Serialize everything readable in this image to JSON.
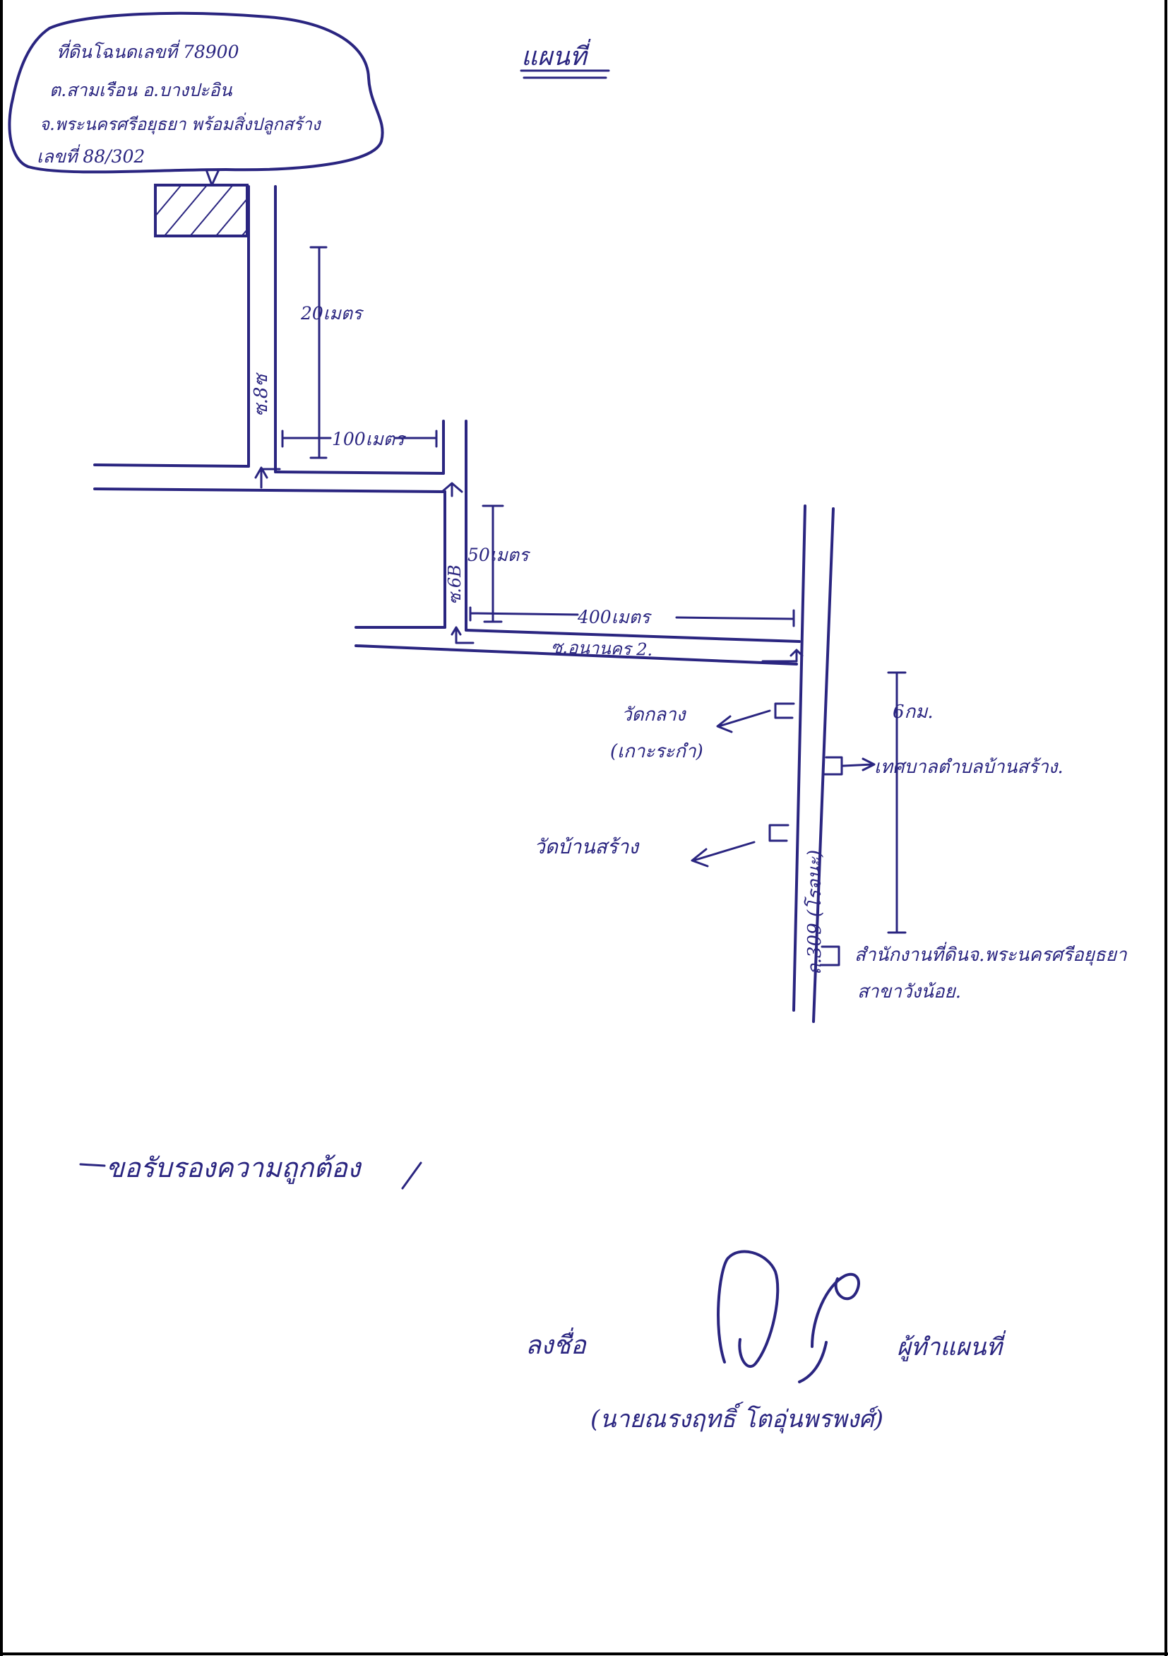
{
  "title": "แผนที่",
  "callout": {
    "lines": [
      "ที่ดินโฉนดเลขที่ 78900",
      "ต.สามเรือน อ.บางปะอิน",
      "จ.พระนครศรีอยุธยา พร้อมสิ่งปลูกสร้าง",
      "เลขที่ 88/302"
    ]
  },
  "roads": {
    "soi_1": "ซ.8ซ",
    "soi_2": "ซ.6B",
    "soi_main": "ซ.อนานคร 2.",
    "highway": "ถ.309 (โรจนะ)"
  },
  "distances": {
    "d1": "20เมตร",
    "d2": "100เมตร",
    "d3": "50เมตร",
    "d4": "400เมตร",
    "d5": "6กม."
  },
  "landmarks": {
    "wat_klang_1": "วัดกลาง",
    "wat_klang_2": "(เกาะระกำ)",
    "wat_ban_sang": "วัดบ้านสร้าง",
    "municipality": "เทศบาลตำบลบ้านสร้าง.",
    "land_office_1": "สำนักงานที่ดินจ.พระนครศรีอยุธยา",
    "land_office_2": "สาขาวังน้อย."
  },
  "certification": "ขอรับรองความถูกต้อง",
  "signature": {
    "sign_label": "ลงชื่อ",
    "role": "ผู้ทำแผนที่",
    "name": "(นายณรงฤทธิ์ โตอุ่นพรพงศ์)"
  }
}
